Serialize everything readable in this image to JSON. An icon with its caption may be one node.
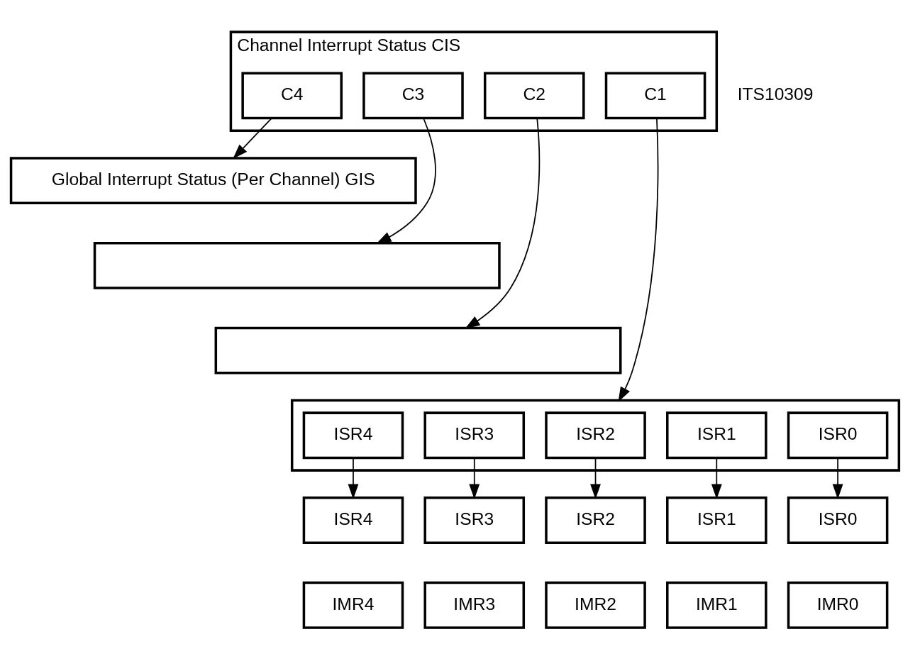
{
  "diagram": {
    "nodes": [
      {
        "text": [
          "Channel Interrupt Status CIS"
        ]
      },
      {
        "text": [
          "C4"
        ],
        "in": 0
      },
      {
        "text": [
          "C3"
        ],
        "in": 0
      },
      {
        "text": [
          "C2"
        ],
        "in": 0
      },
      {
        "text": [
          "C1"
        ],
        "in": 0
      },
      {
        "text": [
          "Global Interrupt Status (Per Channel) GIS"
        ]
      },
      {
        "text": [],
        "shape": "box"
      },
      {
        "text": [],
        "shape": "box"
      },
      {
        "text": [],
        "shape": "box"
      },
      {
        "text": [
          "ISR4"
        ],
        "in": 8
      },
      {
        "text": [
          "ISR3"
        ],
        "in": 8
      },
      {
        "text": [
          "ISR2"
        ],
        "in": 8
      },
      {
        "text": [
          "ISR1"
        ],
        "in": 8
      },
      {
        "text": [
          "ISR0"
        ],
        "in": 8
      },
      {
        "text": [
          "ISR4"
        ]
      },
      {
        "text": [
          "IMR4"
        ]
      },
      {
        "text": [
          "ISR3"
        ]
      },
      {
        "text": [
          "IMR3"
        ]
      },
      {
        "text": [
          "ISR0"
        ]
      },
      {
        "text": [
          "IMR0"
        ]
      },
      {
        "text": [
          "ISR2"
        ]
      },
      {
        "text": [
          "IMR2"
        ]
      },
      {
        "text": [
          "ISR1"
        ]
      },
      {
        "text": [
          "IMR1"
        ]
      }
    ],
    "edges": [
      {
        "from": 1,
        "to": 5,
        "arrow": "to"
      },
      {
        "from": 2,
        "to": 6,
        "arrow": "to"
      },
      {
        "from": 3,
        "to": 7,
        "arrow": "to"
      },
      {
        "from": 4,
        "to": 8,
        "arrow": "to"
      },
      {
        "from": 9,
        "to": 14,
        "arrow": "to"
      },
      {
        "from": 10,
        "to": 16,
        "arrow": "to"
      },
      {
        "from": 11,
        "to": 20,
        "arrow": "to"
      },
      {
        "from": 12,
        "to": 22,
        "arrow": "to"
      },
      {
        "from": 13,
        "to": 18,
        "arrow": "to"
      }
    ],
    "labels": [
      "ITS10309"
    ]
  }
}
